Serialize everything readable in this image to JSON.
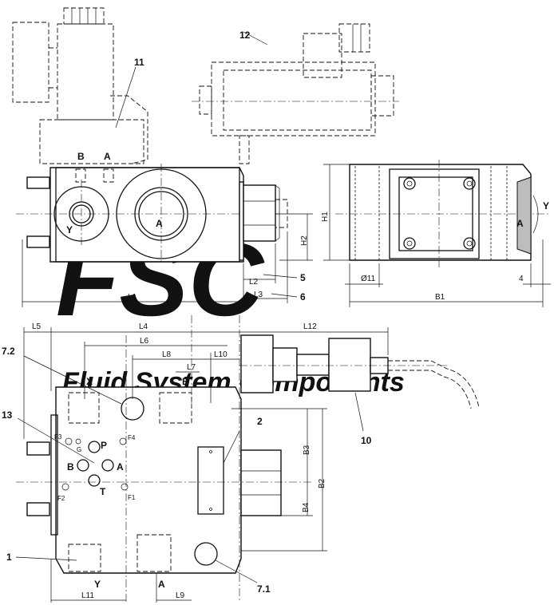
{
  "watermark": {
    "logo_letters": "FSC",
    "text": "Fluid System Components"
  },
  "callouts": {
    "c1": "1",
    "c2": "2",
    "c5": "5",
    "c6": "6",
    "c7_1": "7.1",
    "c7_2": "7.2",
    "c10": "10",
    "c11": "11",
    "c12": "12",
    "c13": "13"
  },
  "dimensions": {
    "L1": "L1",
    "L2": "L2",
    "L3": "L3",
    "L4": "L4",
    "L5": "L5",
    "L6": "L6",
    "L7": "L7",
    "L8": "L8",
    "L9": "L9",
    "L10": "L10",
    "L11": "L11",
    "L12": "L12",
    "H1": "H1",
    "H2": "H2",
    "B1": "B1",
    "B2": "B2",
    "B3": "B3",
    "B4": "B4",
    "d11": "Ø11",
    "n4": "4"
  },
  "ports": {
    "A": "A",
    "B": "B",
    "P": "P",
    "T": "T",
    "X": "X",
    "Y": "Y",
    "F1": "F1",
    "F2": "F2",
    "F3": "F3",
    "F4": "F4",
    "G": "G"
  }
}
